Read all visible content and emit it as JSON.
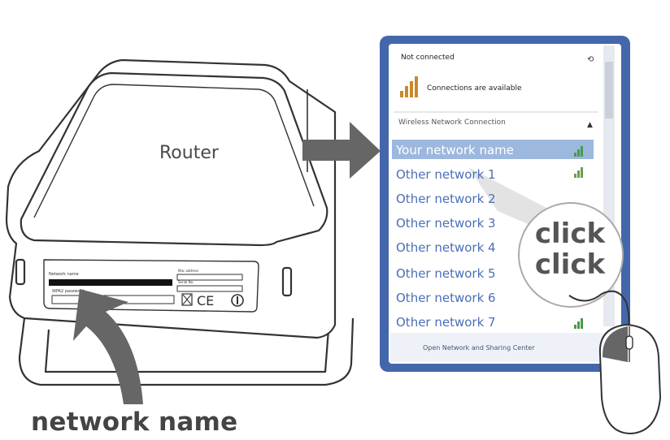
{
  "router": {
    "label": "Router",
    "sticker": {
      "network_name_label": "Network name",
      "password_label": "WPA2 password",
      "mac_label": "Mac address",
      "serial_label": "Serial No.",
      "marks": "CE"
    }
  },
  "caption": "network name",
  "wifi_panel": {
    "status": "Not connected",
    "availability": "Connections are available",
    "section_title": "Wireless Network Connection",
    "networks": [
      {
        "name": "Your network name",
        "selected": true
      },
      {
        "name": "Other network 1",
        "selected": false
      },
      {
        "name": "Other network 2",
        "selected": false
      },
      {
        "name": "Other network 3",
        "selected": false
      },
      {
        "name": "Other network 4",
        "selected": false
      },
      {
        "name": "Other network 5",
        "selected": false
      },
      {
        "name": "Other network 6",
        "selected": false
      },
      {
        "name": "Other network 7",
        "selected": false
      }
    ],
    "footer_link": "Open Network and Sharing Center"
  },
  "click_callout": {
    "line1": "click",
    "line2": "click"
  },
  "colors": {
    "arrow": "#666666",
    "panel_border": "#1f3f8a",
    "selected_row": "#9db8df",
    "network_text": "#4a6fb8",
    "line": "#333333"
  }
}
